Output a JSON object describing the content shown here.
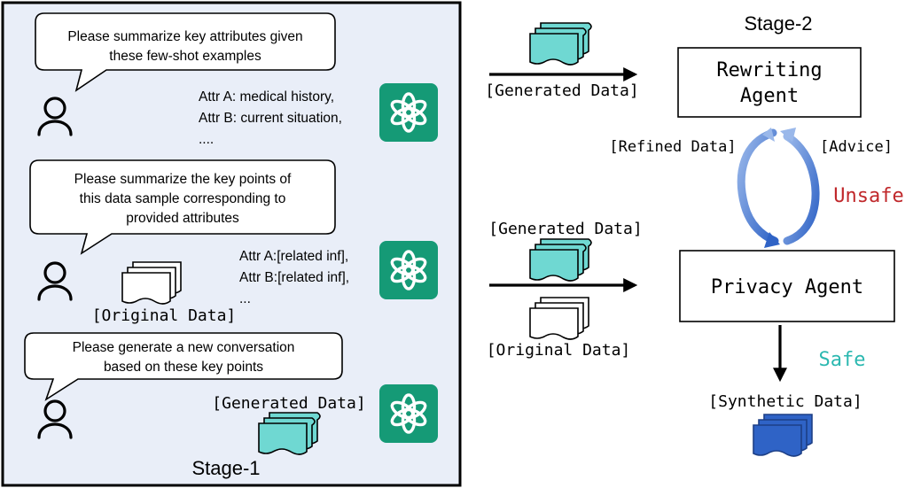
{
  "stage1": {
    "title": "Stage-1",
    "bubble1": {
      "line1": "Please summarize key attributes given",
      "line2": "these few-shot examples"
    },
    "response1": {
      "line1": "Attr A: medical history,",
      "line2": "Attr B: current situation,",
      "line3": "...."
    },
    "bubble2": {
      "line1": "Please summarize the key points of",
      "line2": "this data sample corresponding to",
      "line3": "provided attributes"
    },
    "response2": {
      "line1": "Attr A:[related inf],",
      "line2": "Attr B:[related inf],",
      "line3": "..."
    },
    "original_data_label": "[Original Data]",
    "bubble3": {
      "line1": "Please generate a new conversation",
      "line2": "based on these key points"
    },
    "generated_data_label": "[Generated Data]"
  },
  "stage2": {
    "title": "Stage-2",
    "rewriting_agent": {
      "line1": "Rewriting",
      "line2": "Agent"
    },
    "privacy_agent": "Privacy Agent",
    "generated_data_top": "[Generated Data]",
    "refined_data": "[Refined Data]",
    "advice": "[Advice]",
    "unsafe": "Unsafe",
    "generated_data_mid": "[Generated Data]",
    "original_data": "[Original Data]",
    "safe": "Safe",
    "synthetic_data": "[Synthetic Data]"
  },
  "colors": {
    "panel_bg": "#e9eef8",
    "gpt_green": "#159a76",
    "teal_doc": "#6fd8d2",
    "blue_doc": "#2f63c6",
    "unsafe": "#c0282b",
    "safe": "#2bb8b0",
    "cycle_blue": "#3f78cf"
  }
}
